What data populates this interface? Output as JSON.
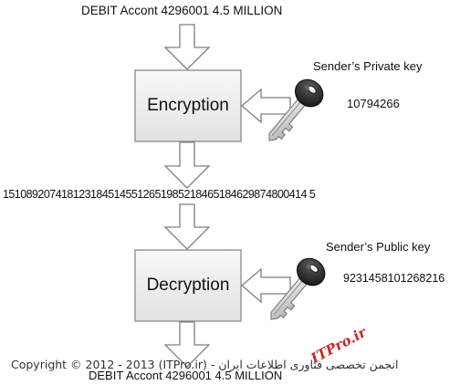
{
  "top_message": "DEBIT Accont 4296001 4.5 MILLION",
  "encryption": {
    "label": "Encryption",
    "key_label": "Sender’s Private key",
    "key_value": "10794266"
  },
  "ciphertext": "1510892074181231845145512651985218465184629874800414 5",
  "decryption": {
    "label": "Decryption",
    "key_label": "Sender’s Public key",
    "key_value": "9231458101268216"
  },
  "bottom_message": "DEBIT Accont 4296001 4.5 MILLION",
  "watermark": {
    "brand": "ITPro.ir",
    "line": "Copyright © 2012 - 2013 (ITPro.ir) - انجمن تخصصی فناوری اطلاعات ایران"
  },
  "colors": {
    "arrow_fill": "#ffffff",
    "arrow_stroke": "#7f7f7f",
    "box_fill": "#ececec",
    "box_stroke": "#8a8a8a",
    "key_head": "#2b2b2b",
    "key_blade": "#cfcfcf",
    "watermark_brand": "#d02020"
  },
  "icons": [
    "key-icon",
    "key-icon"
  ]
}
